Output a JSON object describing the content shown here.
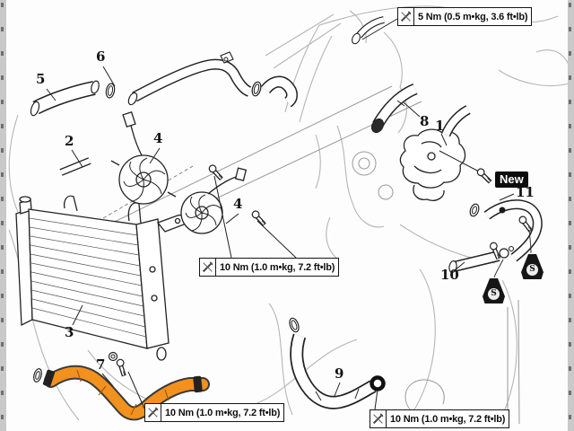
{
  "callouts": {
    "top": {
      "icon": "torque-wrench-icon",
      "text": "5 Nm (0.5 m•kg, 3.6 ft•lb)"
    },
    "middle": {
      "icon": "torque-wrench-icon",
      "text": "10 Nm (1.0 m•kg, 7.2 ft•lb)"
    },
    "bottom_left": {
      "icon": "torque-wrench-icon",
      "text": "10 Nm (1.0 m•kg, 7.2 ft•lb)"
    },
    "bottom_right": {
      "icon": "torque-wrench-icon",
      "text": "10 Nm (1.0 m•kg, 7.2 ft•lb)"
    }
  },
  "badges": {
    "new": "New"
  },
  "symbols": {
    "sealant": "S"
  },
  "parts": [
    {
      "num": "5"
    },
    {
      "num": "6"
    },
    {
      "num": "2"
    },
    {
      "num": "4"
    },
    {
      "num": "4"
    },
    {
      "num": "3"
    },
    {
      "num": "7"
    },
    {
      "num": "8"
    },
    {
      "num": "1"
    },
    {
      "num": "11"
    },
    {
      "num": "9"
    },
    {
      "num": "10"
    }
  ],
  "colors": {
    "highlight": "#f2911d",
    "highlightdark": "#a05a07",
    "line": "#222222",
    "faint": "#b5b5b5"
  }
}
